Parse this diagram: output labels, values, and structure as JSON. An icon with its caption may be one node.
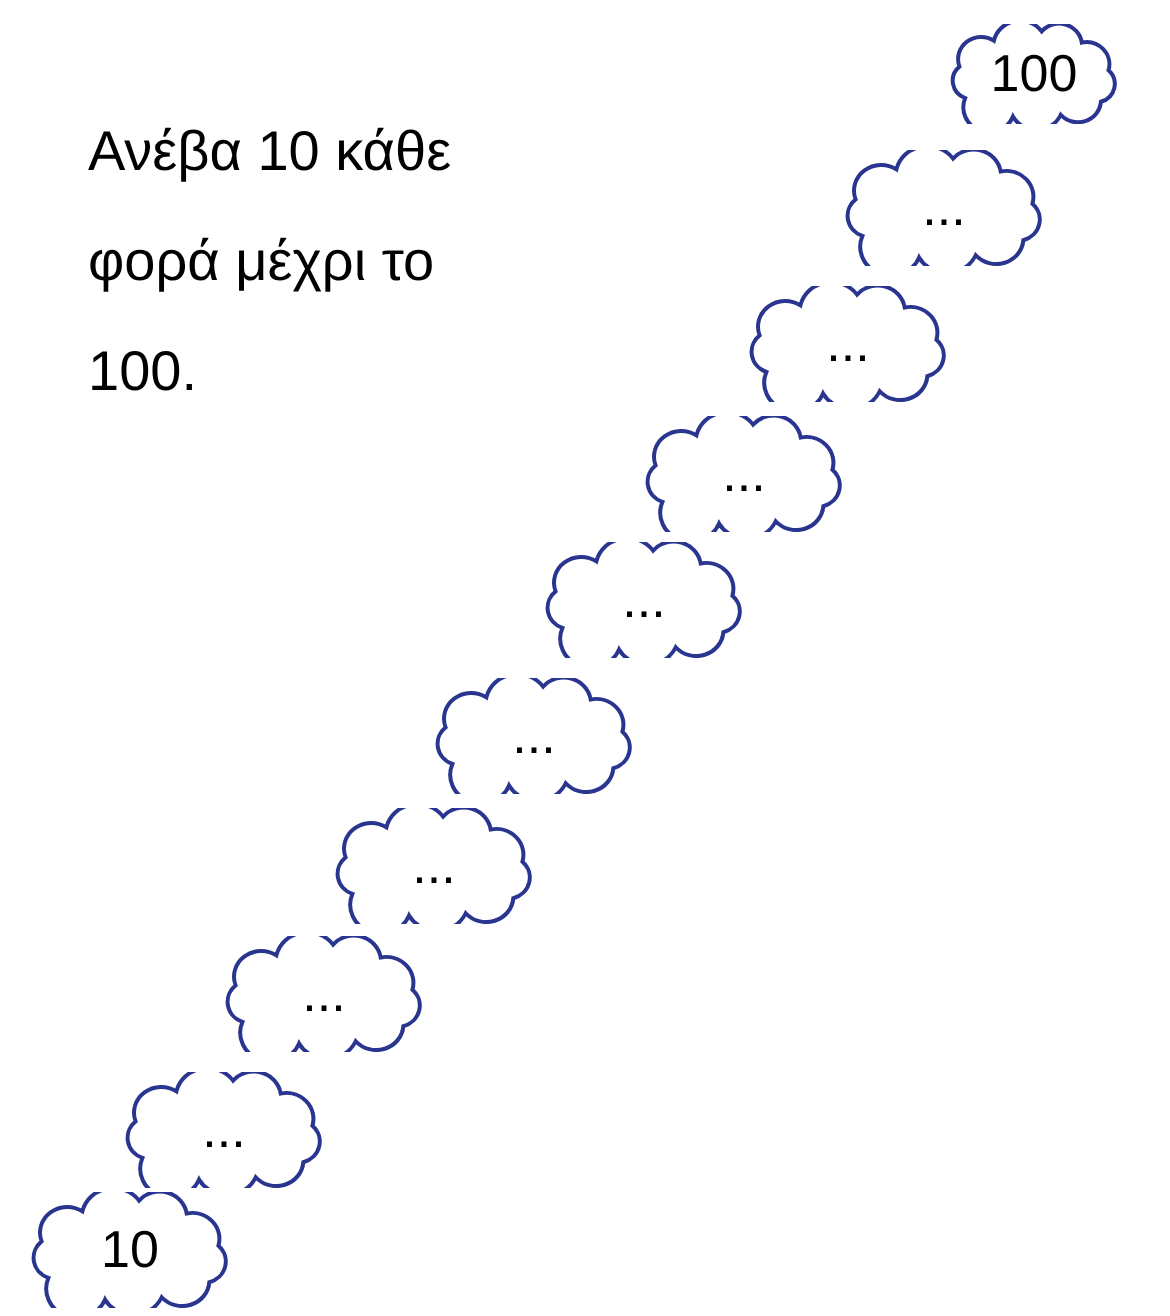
{
  "diagram": {
    "nodes": [
      {
        "text": [
          "100"
        ]
      },
      {
        "text": [
          "..."
        ]
      },
      {
        "text": [
          "..."
        ]
      },
      {
        "text": [
          "..."
        ]
      },
      {
        "text": [
          "..."
        ]
      },
      {
        "text": [
          "..."
        ]
      },
      {
        "text": [
          "..."
        ]
      },
      {
        "text": [
          "..."
        ]
      },
      {
        "text": [
          "..."
        ]
      },
      {
        "text": [
          "10"
        ]
      }
    ],
    "edges": [],
    "labels": [
      "Ανέβα 10 κάθε φορά μέχρι το 100."
    ]
  }
}
